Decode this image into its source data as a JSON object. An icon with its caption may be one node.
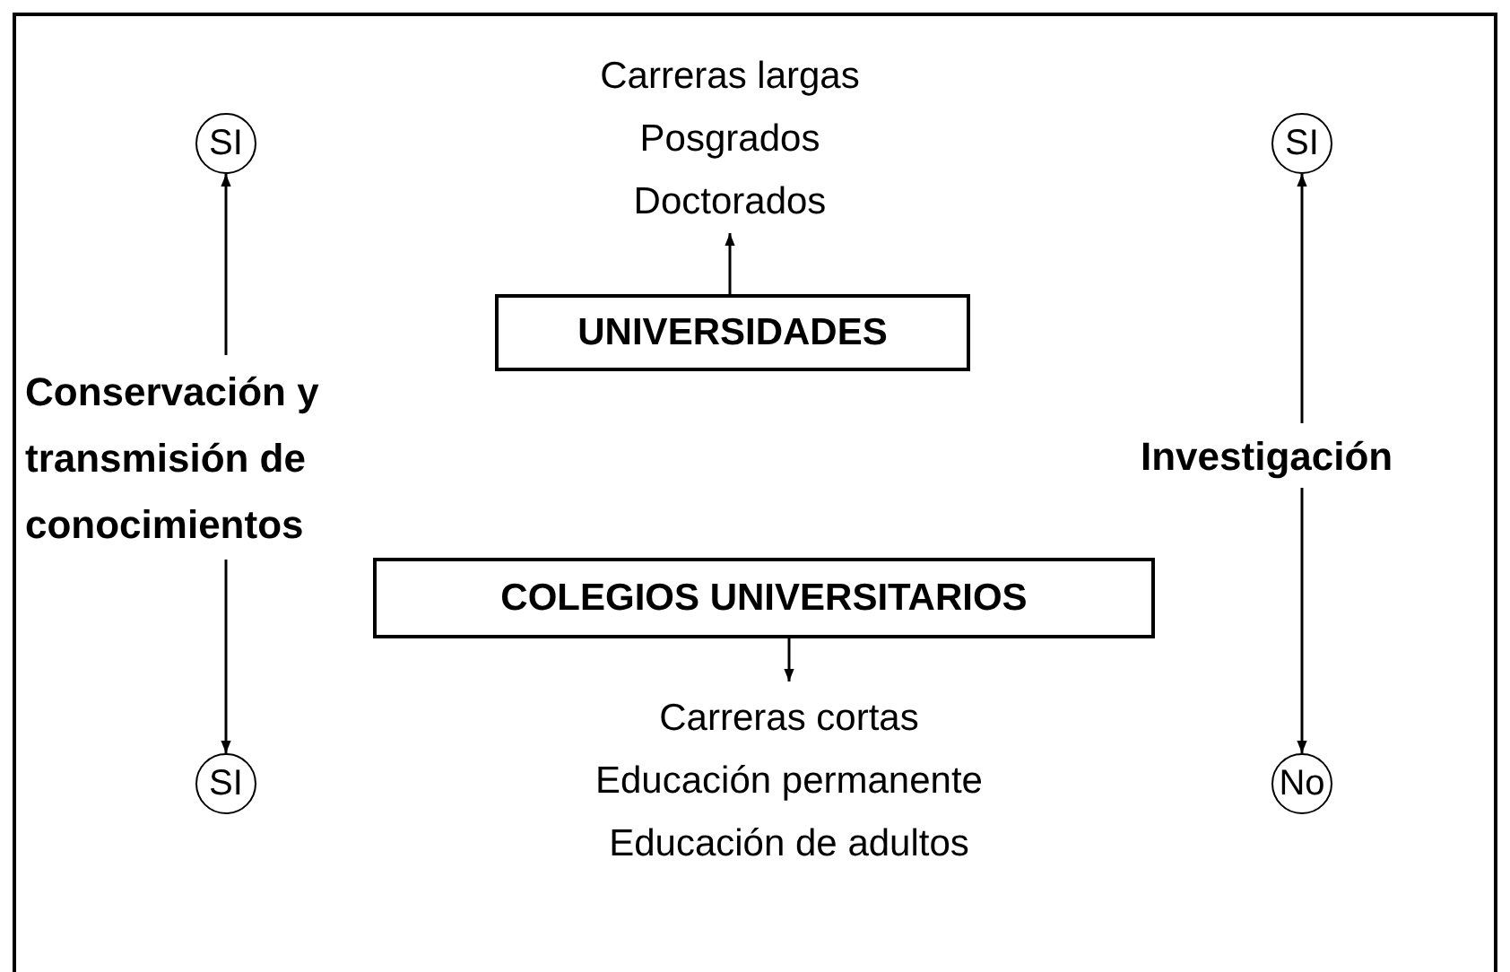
{
  "diagram": {
    "nodes": [
      {
        "text": [
          "Carreras largas",
          "Posgrados",
          "Doctorados"
        ]
      },
      {
        "text": [
          "UNIVERSIDADES"
        ]
      },
      {
        "text": [
          "SI"
        ]
      },
      {
        "text": [
          "Conservación y transmisión de conocimientos"
        ]
      },
      {
        "text": [
          "SI"
        ]
      },
      {
        "text": [
          "Investigación"
        ]
      },
      {
        "text": [
          "COLEGIOS UNIVERSITARIOS"
        ]
      },
      {
        "text": [
          "SI"
        ]
      },
      {
        "text": [
          "No"
        ]
      },
      {
        "text": [
          "Carreras cortas",
          "Educación permanente",
          "Educación de adultos"
        ]
      }
    ],
    "edges": [
      {
        "from": 1,
        "to": 0,
        "arrow": "to"
      },
      {
        "from": 3,
        "to": 2,
        "arrow": "to"
      },
      {
        "from": 3,
        "to": 7,
        "arrow": "to"
      },
      {
        "from": 5,
        "to": 4,
        "arrow": "to"
      },
      {
        "from": 5,
        "to": 8,
        "arrow": "to"
      },
      {
        "from": 6,
        "to": 9,
        "arrow": "to"
      }
    ]
  }
}
